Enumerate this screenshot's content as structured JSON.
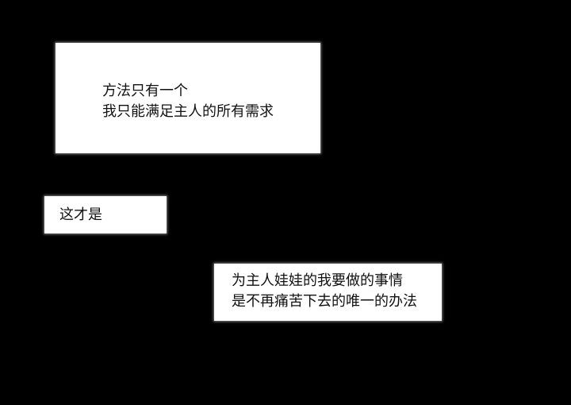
{
  "panels": [
    {
      "lines": [
        "方法只有一个",
        "我只能满足主人的所有需求"
      ]
    },
    {
      "lines": [
        "这才是"
      ]
    },
    {
      "lines": [
        "为主人娃娃的我要做的事情",
        "是不再痛苦下去的唯一的办法"
      ]
    }
  ],
  "colors": {
    "background": "#000000",
    "box": "#ffffff",
    "text": "#111111"
  }
}
